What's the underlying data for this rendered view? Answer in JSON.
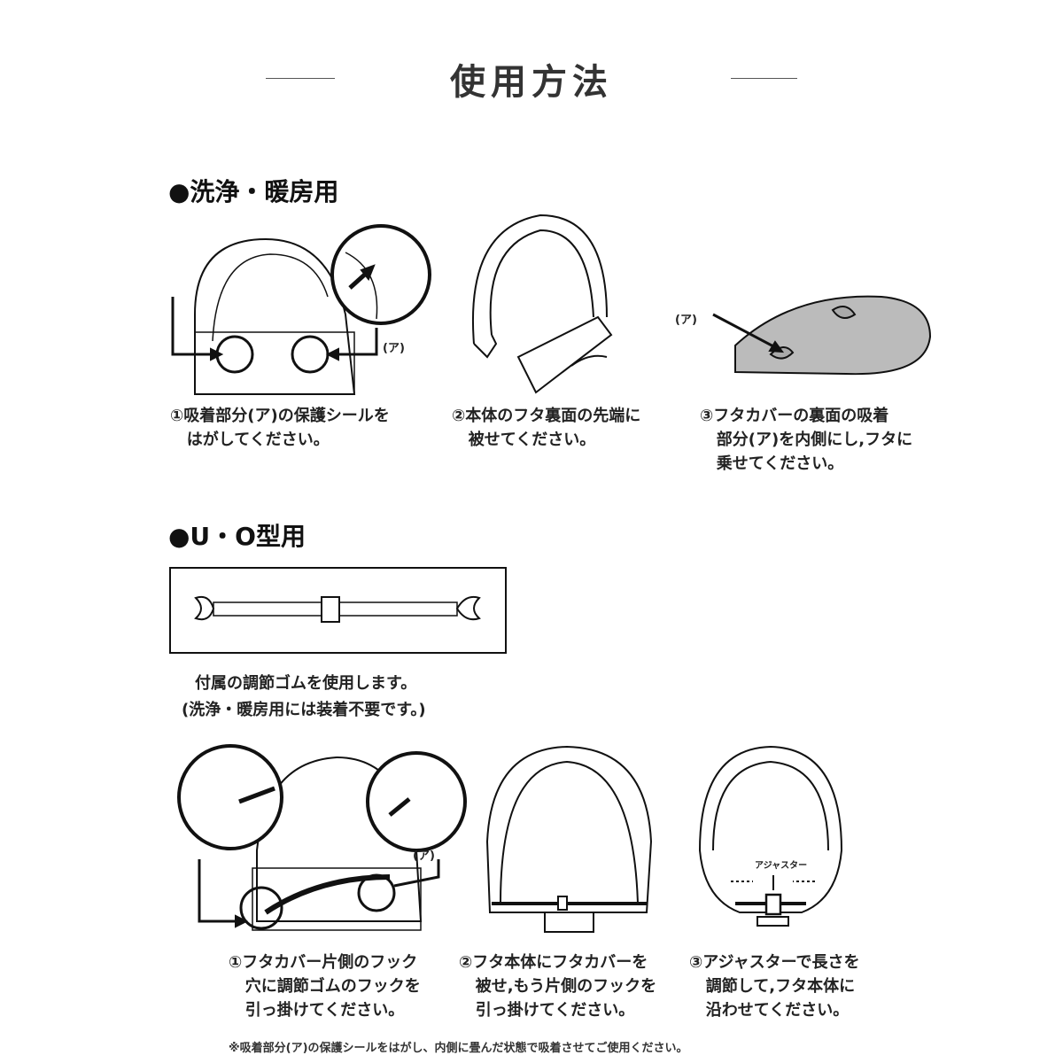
{
  "header": {
    "title": "使用方法"
  },
  "section1": {
    "heading": "●洗浄・暖房用",
    "label_a": "(ア)",
    "steps": [
      "①吸着部分(ア)の保護シールを\n   はがしてください。",
      "②本体のフタ裏面の先端に\n   被せてください。",
      "③フタカバーの裏面の吸着\n   部分(ア)を内側にし,フタに\n   乗せてください。"
    ]
  },
  "section2": {
    "heading": "●U・O型用",
    "strap_text": [
      "付属の調節ゴムを使用します。",
      "(洗浄・暖房用には装着不要です。)"
    ],
    "label_a": "(ア)",
    "adjuster_label": "アジャスター",
    "steps": [
      "①フタカバー片側のフック\n   穴に調節ゴムのフックを\n   引っ掛けてください。",
      "②フタ本体にフタカバーを\n   被せ,もう片側のフックを\n   引っ掛けてください。",
      "③アジャスターで長さを\n   調節して,フタ本体に\n   沿わせてください。"
    ],
    "note": "※吸着部分(ア)の保護シールをはがし、内側に畳んだ状態で吸着させてご使用ください。"
  }
}
